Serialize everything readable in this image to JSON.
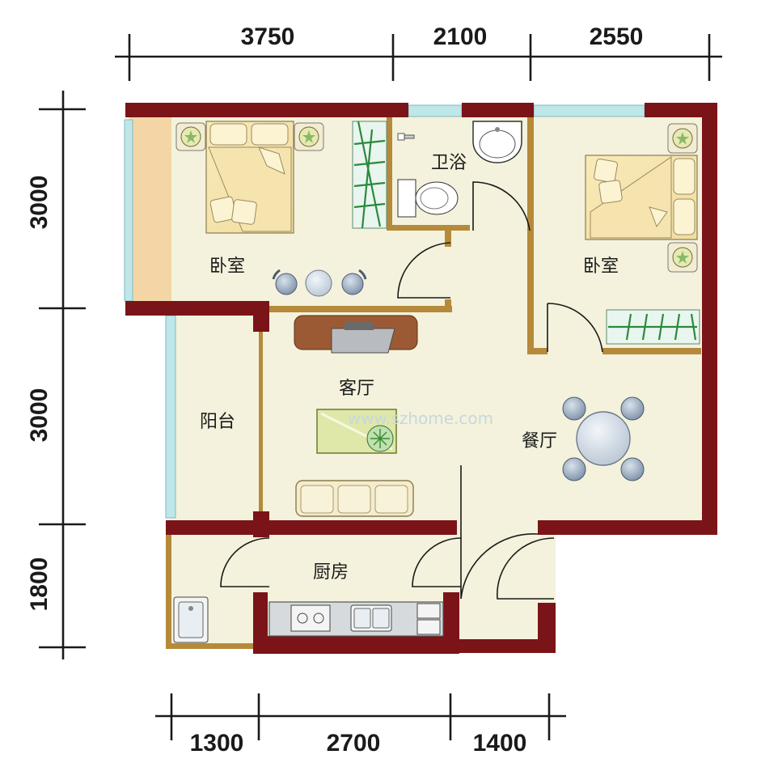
{
  "dimensions": {
    "top": [
      "3750",
      "2100",
      "2550"
    ],
    "left": [
      "3000",
      "3000",
      "1800"
    ],
    "bottom": [
      "1300",
      "2700",
      "1400"
    ]
  },
  "rooms": {
    "bedroom_left": "卧室",
    "bathroom": "卫浴",
    "bedroom_right": "卧室",
    "living_room": "客厅",
    "balcony": "阳台",
    "dining_room": "餐厅",
    "kitchen": "厨房"
  },
  "watermark": "www.szhome.com",
  "colors": {
    "wall": "#7a1418",
    "floor": "#f4f2dc",
    "wood": "#b58a3a",
    "window": "#bfe6e8",
    "dim_line": "#1a1a1a"
  }
}
